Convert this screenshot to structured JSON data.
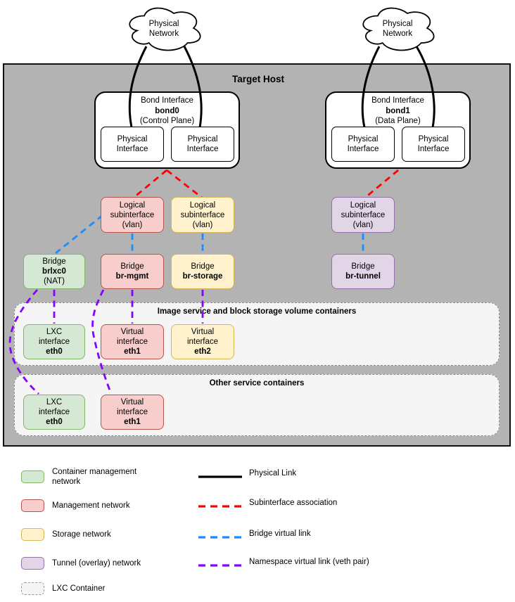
{
  "diagram": {
    "target_host_label": "Target Host",
    "clouds": [
      {
        "label": "Physical Network"
      },
      {
        "label": "Physical Network"
      }
    ],
    "bonds": [
      {
        "lines": [
          "Bond Interface",
          "bond0",
          "(Control Plane)"
        ],
        "phys": [
          {
            "label": "Physical Interface"
          },
          {
            "label": "Physical Interface"
          }
        ]
      },
      {
        "lines": [
          "Bond Interface",
          "bond1",
          "(Data Plane)"
        ],
        "phys": [
          {
            "label": "Physical Interface"
          },
          {
            "label": "Physical Interface"
          }
        ]
      }
    ],
    "subinterfaces": [
      {
        "network": "management",
        "lines": [
          "Logical",
          "subinterface",
          "(vlan)"
        ]
      },
      {
        "network": "storage",
        "lines": [
          "Logical",
          "subinterface",
          "(vlan)"
        ]
      },
      {
        "network": "tunnel",
        "lines": [
          "Logical",
          "subinterface",
          "(vlan)"
        ]
      }
    ],
    "bridges": [
      {
        "network": "container-management",
        "lines": [
          "Bridge",
          "brlxc0",
          "(NAT)"
        ]
      },
      {
        "network": "management",
        "lines": [
          "Bridge",
          "br-mgmt"
        ]
      },
      {
        "network": "storage",
        "lines": [
          "Bridge",
          "br-storage"
        ]
      },
      {
        "network": "tunnel",
        "lines": [
          "Bridge",
          "br-tunnel"
        ]
      }
    ],
    "containers": [
      {
        "title": "Image service and block storage volume containers",
        "interfaces": [
          {
            "network": "container-management",
            "lines": [
              "LXC",
              "interface",
              "eth0"
            ]
          },
          {
            "network": "management",
            "lines": [
              "Virtual",
              "interface",
              "eth1"
            ]
          },
          {
            "network": "storage",
            "lines": [
              "Virtual",
              "interface",
              "eth2"
            ]
          }
        ]
      },
      {
        "title": "Other service containers",
        "interfaces": [
          {
            "network": "container-management",
            "lines": [
              "LXC",
              "interface",
              "eth0"
            ]
          },
          {
            "network": "management",
            "lines": [
              "Virtual",
              "interface",
              "eth1"
            ]
          }
        ]
      }
    ]
  },
  "legend": {
    "network_types": [
      {
        "label": "Container management network",
        "color": "#d5e8d4"
      },
      {
        "label": "Management network",
        "color": "#f8cecc"
      },
      {
        "label": "Storage network",
        "color": "#fff2cc"
      },
      {
        "label": "Tunnel (overlay) network",
        "color": "#e1d5e7"
      },
      {
        "label": "LXC Container",
        "color": "#f5f5f5"
      }
    ],
    "link_types": [
      {
        "label": "Physical Link",
        "color": "#000000",
        "style": "solid"
      },
      {
        "label": "Subinterface association",
        "color": "#ff0000",
        "style": "dashed"
      },
      {
        "label": "Bridge virtual link",
        "color": "#1a8cff",
        "style": "dashed"
      },
      {
        "label": "Namespace virtual link (veth pair)",
        "color": "#8800ff",
        "style": "dashed"
      }
    ]
  },
  "colors": {
    "diagram_background": "#ffffff",
    "host_background": "#b3b3b3",
    "container_mgmt_fill": "#d5e8d4",
    "container_mgmt_stroke": "#82b366",
    "mgmt_fill": "#f8cecc",
    "mgmt_stroke": "#b85450",
    "storage_fill": "#fff2cc",
    "storage_stroke": "#d6b656",
    "tunnel_fill": "#e1d5e7",
    "tunnel_stroke": "#9673a6",
    "lxc_container_fill": "#f5f5f5",
    "physical_link": "#000000",
    "subinterface_association": "#ff0000",
    "bridge_virtual_link": "#1a8cff",
    "namespace_virtual_link": "#8800ff"
  }
}
